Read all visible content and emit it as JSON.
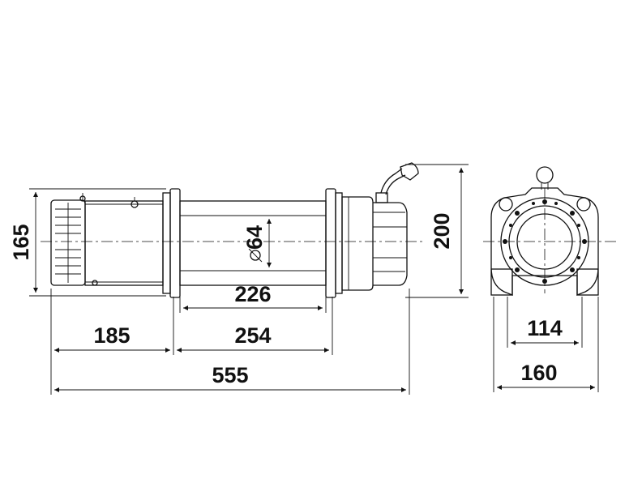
{
  "dimensions": {
    "body_height": "165",
    "mount_height": "200",
    "drum_diameter": "64",
    "drum_length": "226",
    "motor_length": "185",
    "drum_span": "254",
    "overall_length": "555",
    "bolt_spacing": "114",
    "end_width": "160"
  }
}
